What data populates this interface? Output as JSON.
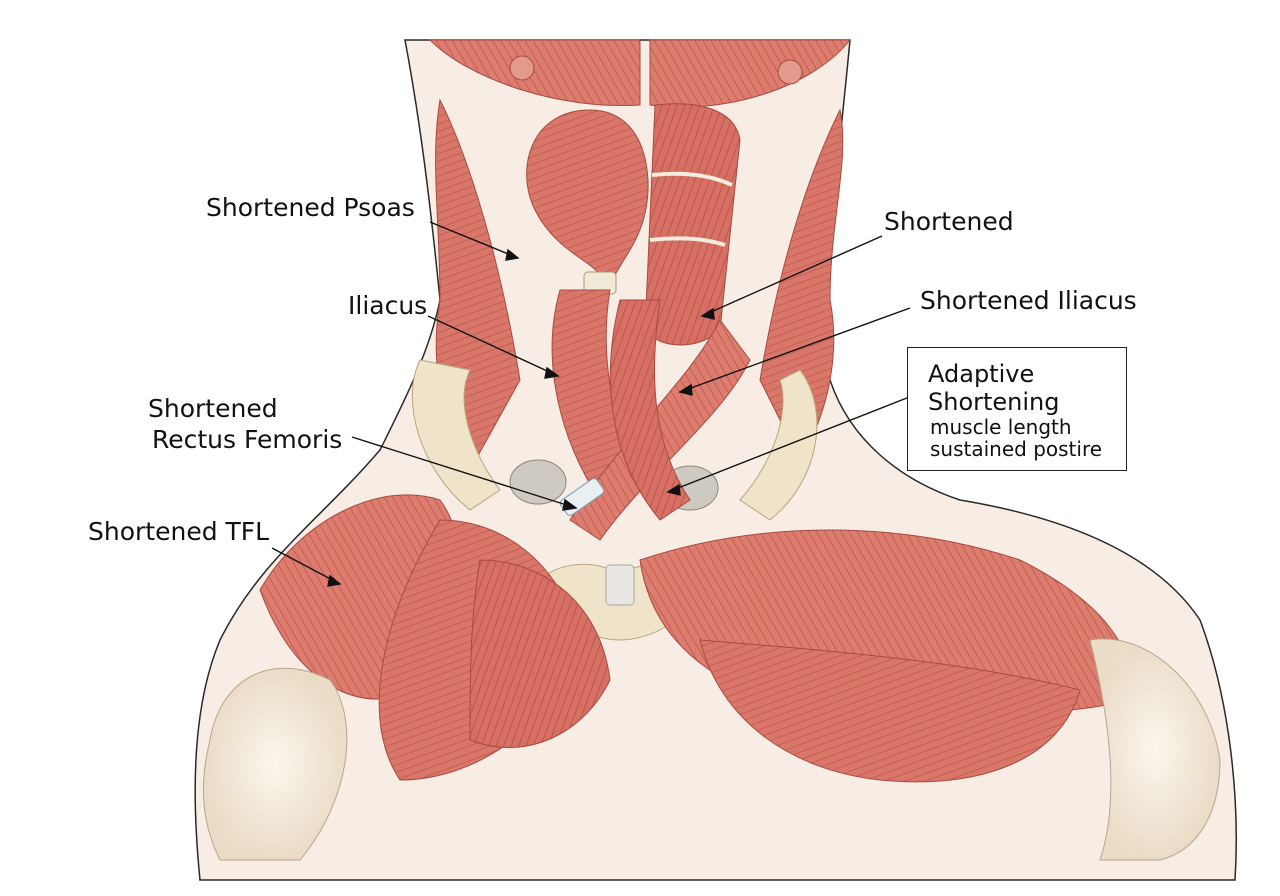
{
  "labels": {
    "psoas": "Shortened Psoas",
    "shortened": "Shortened",
    "iliacus": "Iliacus",
    "shortened_iliacus": "Shortened Iliacus",
    "rectus_line1": "Shortened",
    "rectus_line2": "Rectus Femoris",
    "tfl": "Shortened TFL"
  },
  "callout": {
    "line1": "Adaptive",
    "line2": "Shortening",
    "line3": "muscle length",
    "line4": "sustained postire"
  },
  "colors": {
    "muscle": "#d9776a",
    "muscle_dark": "#b9544a",
    "muscle_light": "#eba596",
    "tendon": "#f3ebdc",
    "bone": "#efe4c9",
    "outline": "#2a2a2a"
  }
}
